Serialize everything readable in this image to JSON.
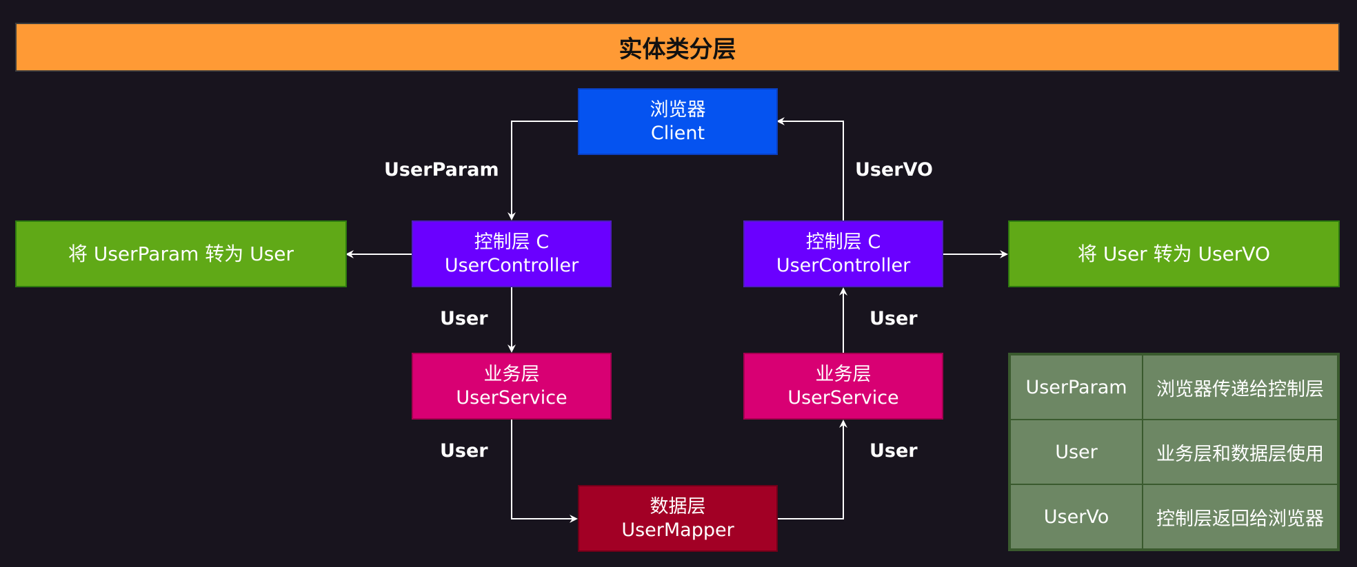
{
  "title": "实体类分层",
  "nodes": {
    "client": {
      "line1": "浏览器",
      "line2": "Client"
    },
    "controller_left": {
      "line1": "控制层 C",
      "line2": "UserController"
    },
    "controller_right": {
      "line1": "控制层 C",
      "line2": "UserController"
    },
    "service_left": {
      "line1": "业务层",
      "line2": "UserService"
    },
    "service_right": {
      "line1": "业务层",
      "line2": "UserService"
    },
    "mapper": {
      "line1": "数据层",
      "line2": "UserMapper"
    },
    "convert_left": "将 UserParam 转为 User",
    "convert_right": "将 User 转为 UserVO"
  },
  "edge_labels": {
    "client_to_controller": "UserParam",
    "controller_to_client": "UserVO",
    "controller_to_service": "User",
    "service_to_controller": "User",
    "service_to_mapper": "User",
    "mapper_to_service": "User"
  },
  "legend": [
    {
      "key": "UserParam",
      "desc": "浏览器传递给控制层"
    },
    {
      "key": "User",
      "desc": "业务层和数据层使用"
    },
    {
      "key": "UserVo",
      "desc": "控制层返回给浏览器"
    }
  ],
  "colors": {
    "background": "#18141e",
    "title_bar": "#ff9a35",
    "client": "#0553f0",
    "controller": "#6a00ff",
    "service": "#d80073",
    "mapper": "#a20025",
    "convert": "#60a917",
    "legend": "#6d8764"
  }
}
